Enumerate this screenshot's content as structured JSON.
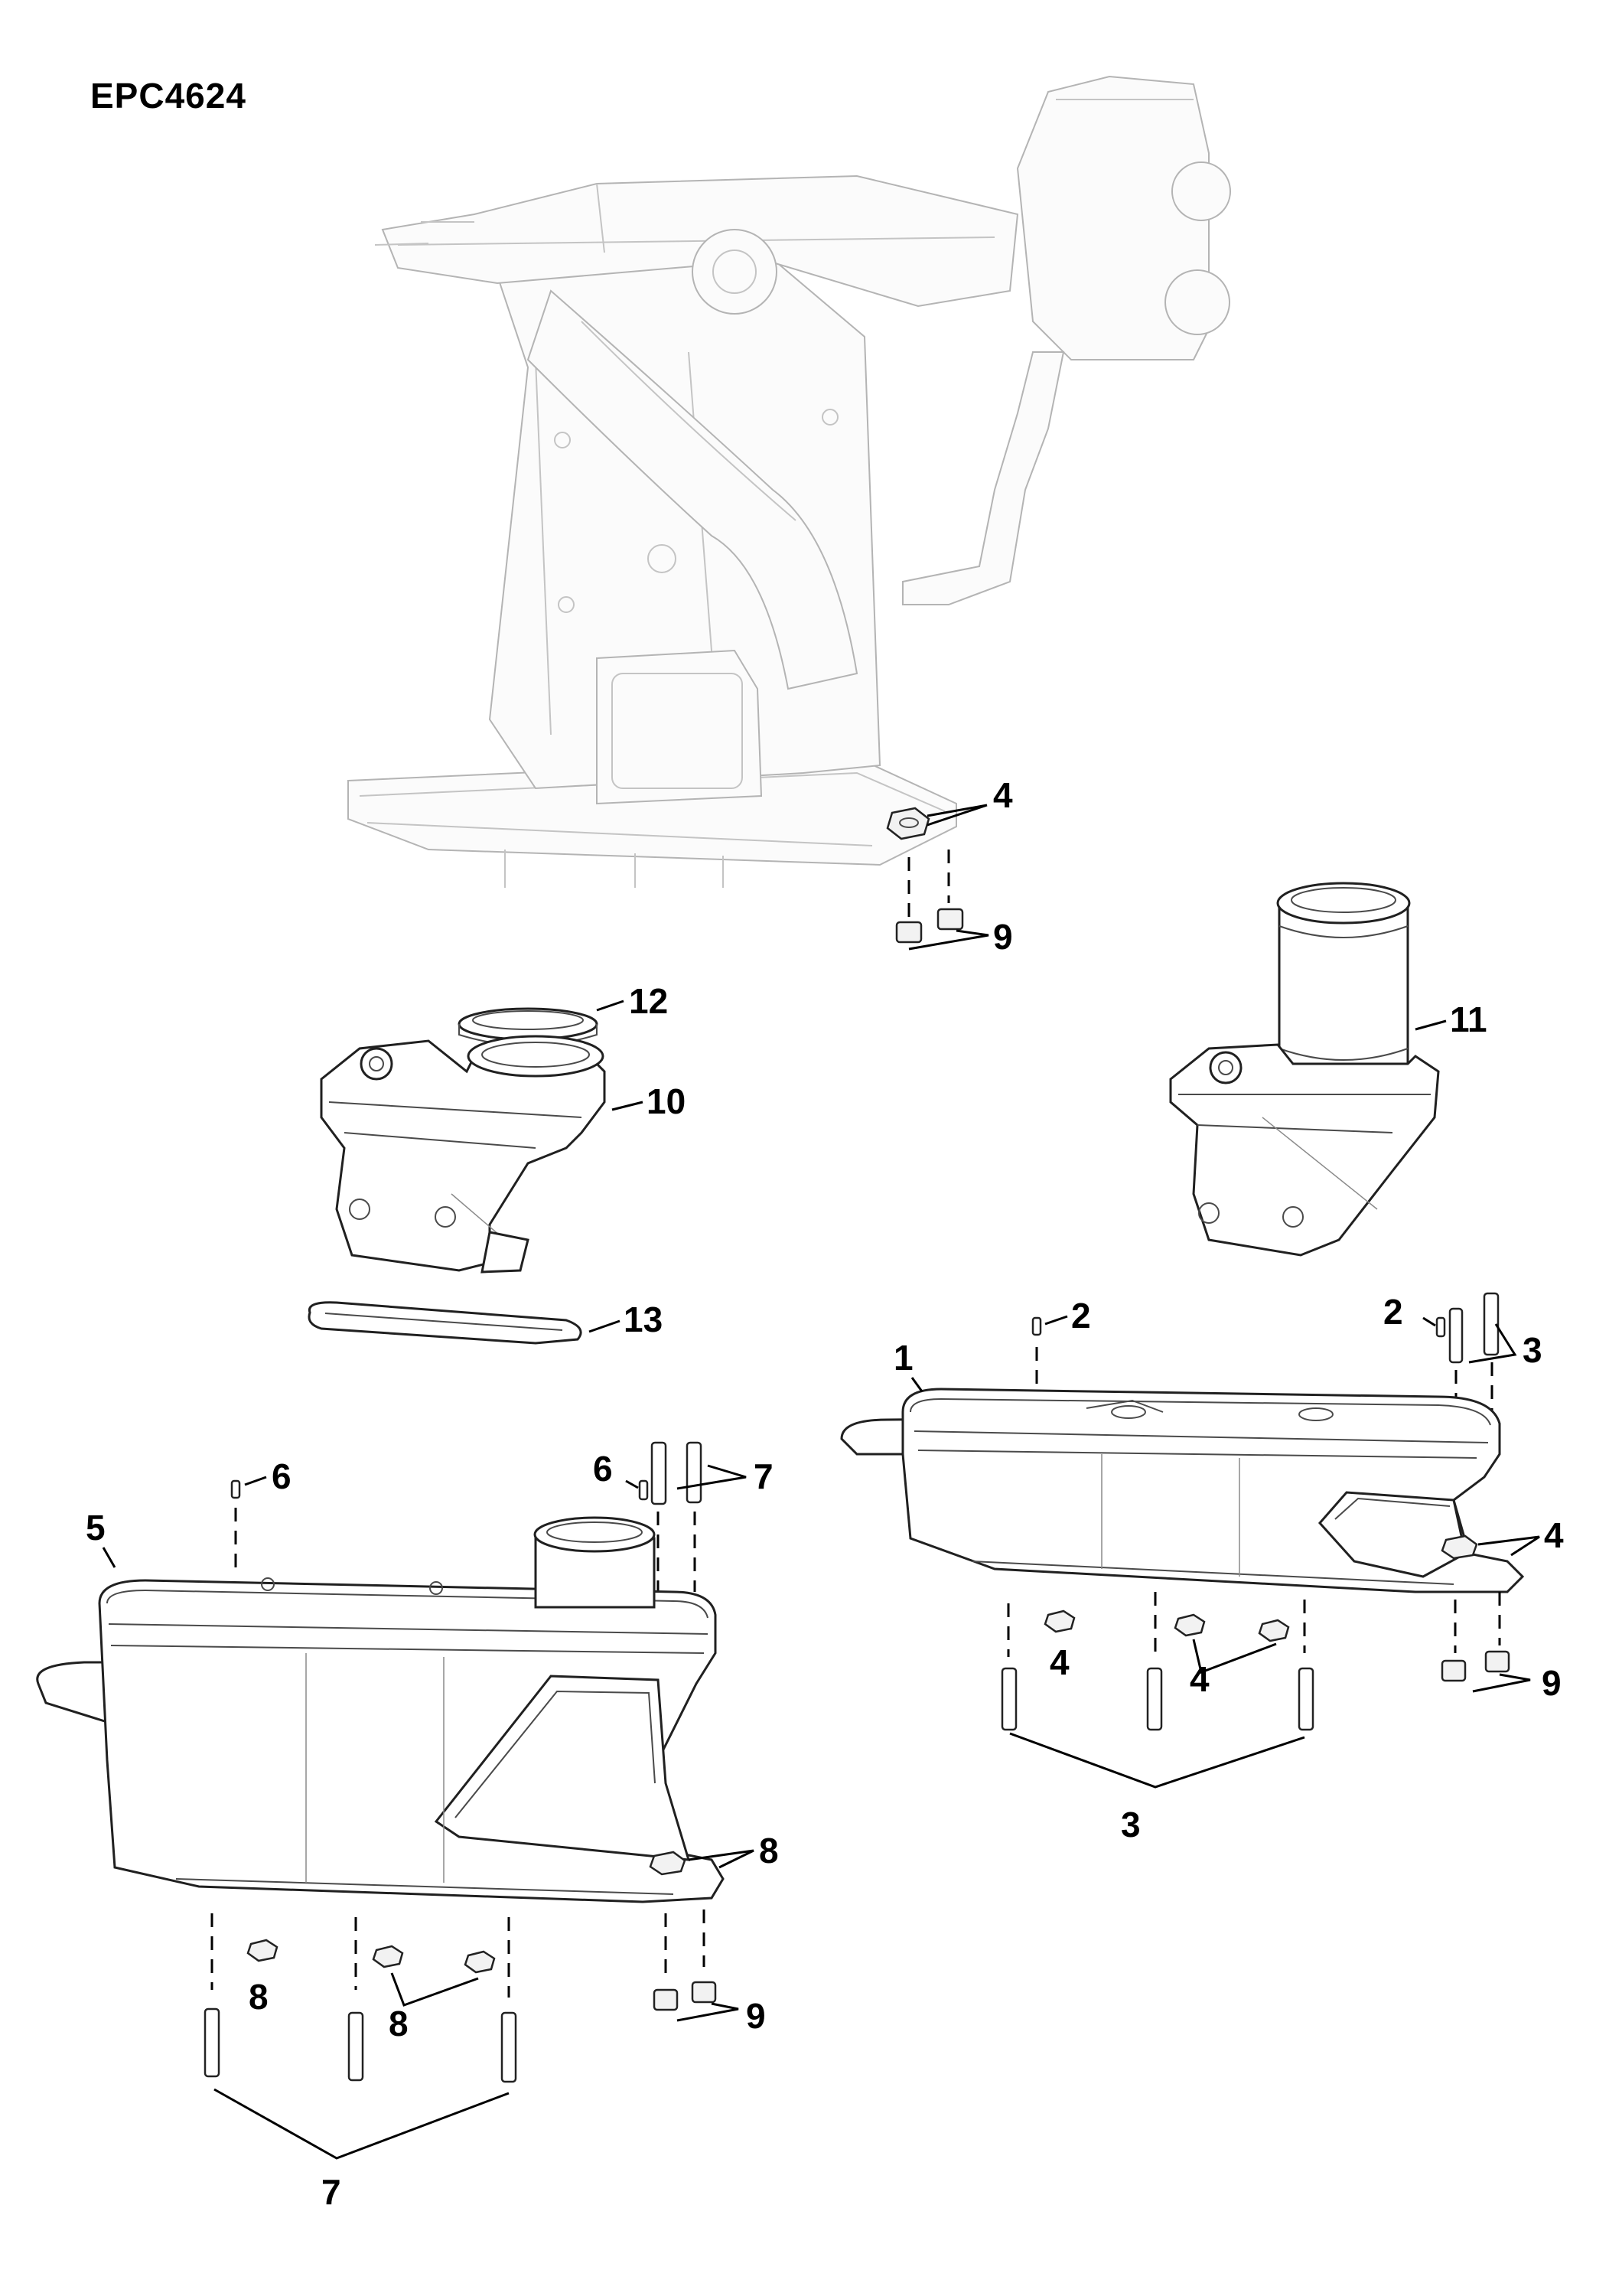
{
  "figure_id": "EPC4624",
  "callouts": {
    "c1": "1",
    "c2a": "2",
    "c2b": "2",
    "c3a": "3",
    "c3b": "3",
    "c4a": "4",
    "c4b": "4",
    "c4c": "4",
    "c4d": "4",
    "c5": "5",
    "c6a": "6",
    "c6b": "6",
    "c7a": "7",
    "c7b": "7",
    "c8a": "8",
    "c8b": "8",
    "c8c": "8",
    "c9a": "9",
    "c9b": "9",
    "c9c": "9",
    "c10": "10",
    "c11": "11",
    "c12": "12",
    "c13": "13"
  }
}
